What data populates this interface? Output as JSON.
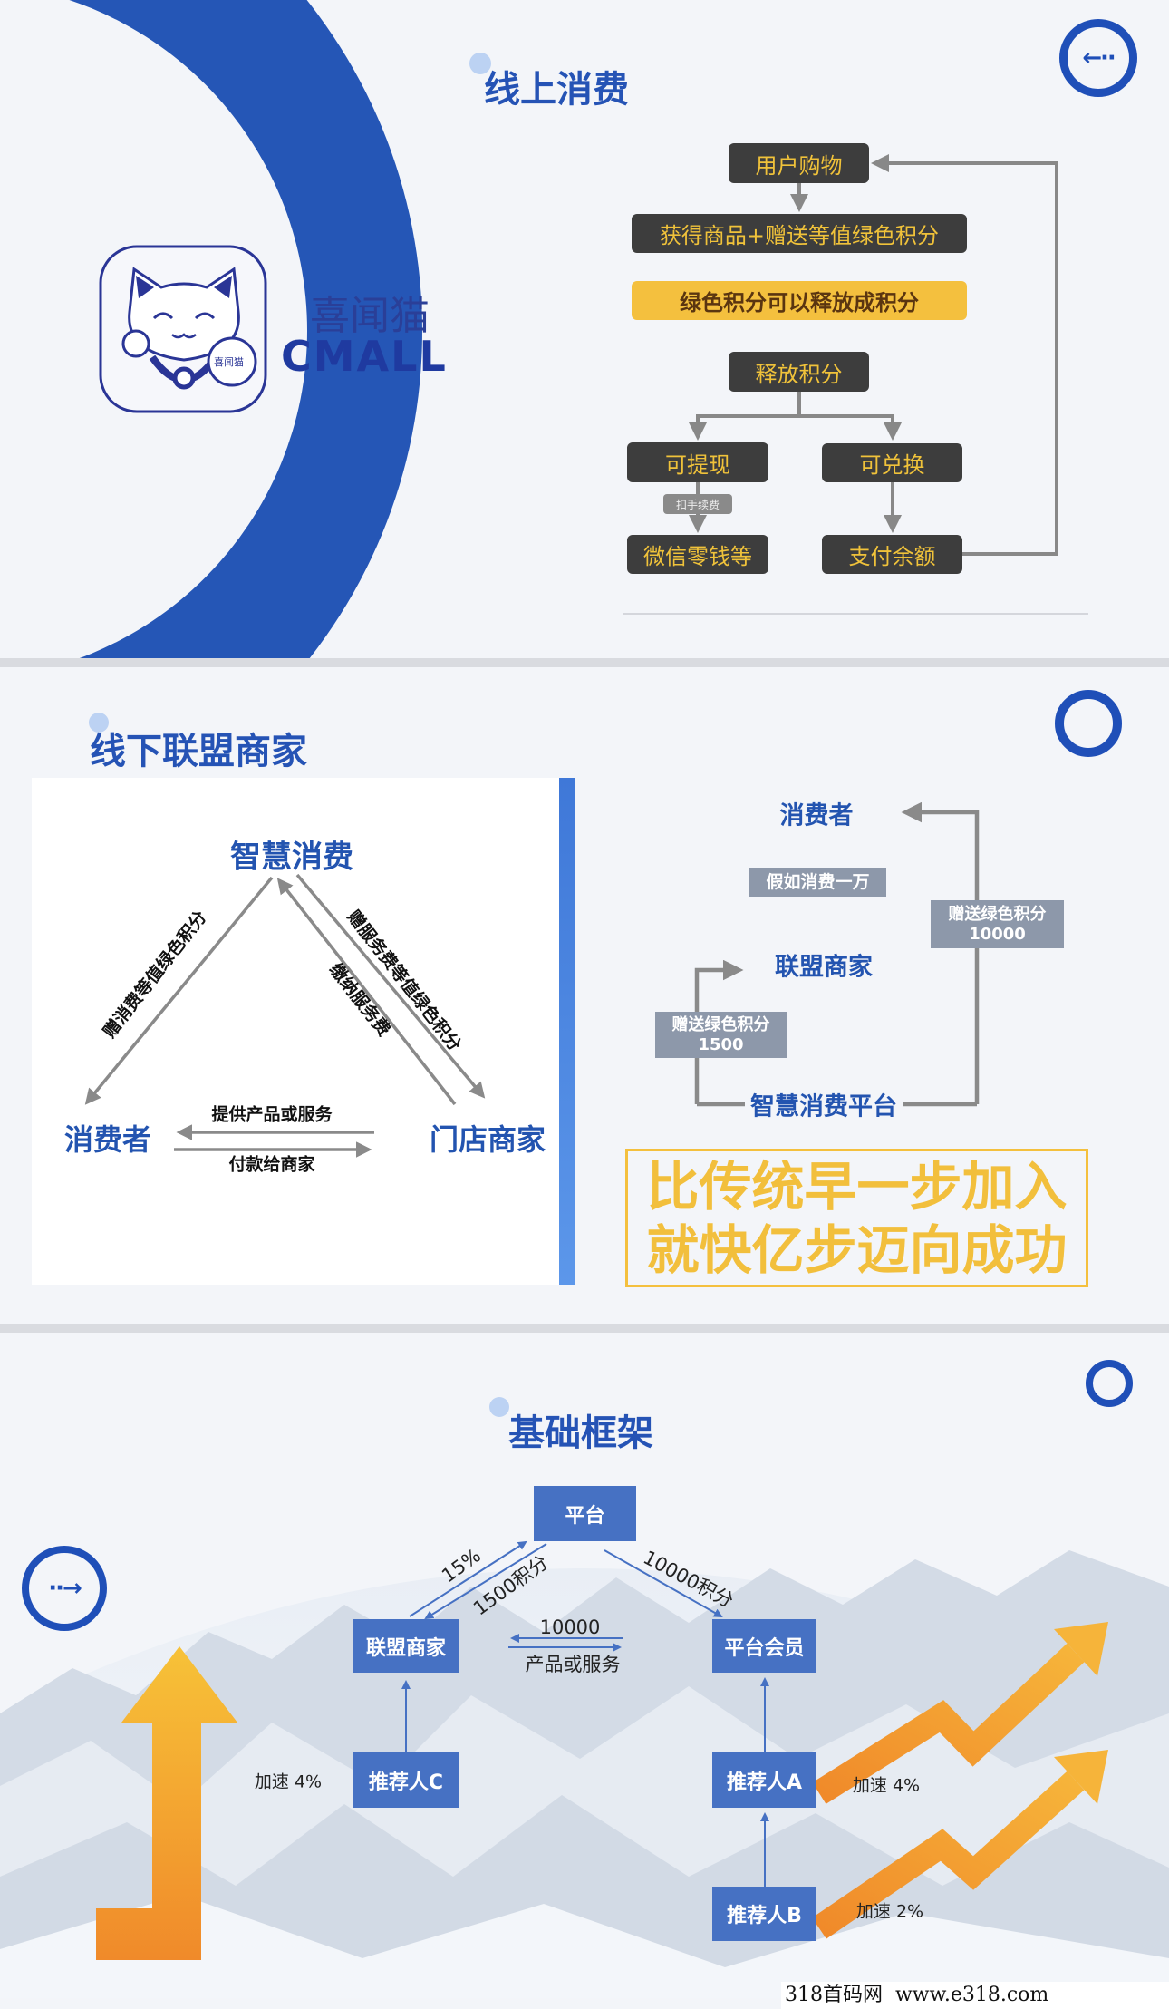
{
  "section1": {
    "title": "线上消费",
    "back_icon": "arrow-left-dotted-icon",
    "brand": {
      "name_cn": "喜闻猫",
      "name_en": "CMALL",
      "logo_badge_text": "喜闻猫"
    },
    "flow": {
      "step1": "用户购物",
      "step2": "获得商品+赠送等值绿色积分",
      "highlight": "绿色积分可以释放成积分",
      "step3": "释放积分",
      "branch_left": "可提现",
      "branch_right": "可兑换",
      "fee_note": "扣手续费",
      "left_result": "微信零钱等",
      "right_result": "支付余额"
    }
  },
  "section2": {
    "title": "线下联盟商家",
    "triangle": {
      "top": "智慧消费",
      "left": "消费者",
      "right": "门店商家",
      "left_edge_label": "赠消费等值绿色积分",
      "middle_edge_label": "缴纳服务费",
      "right_edge_label": "赠服务费等值绿色积分",
      "bottom_top_label": "提供产品或服务",
      "bottom_bottom_label": "付款给商家"
    },
    "loop": {
      "consumer": "消费者",
      "assume": "假如消费一万",
      "gift_big_label": "赠送绿色积分",
      "gift_big_value": "10000",
      "merchant": "联盟商家",
      "gift_small_label": "赠送绿色积分",
      "gift_small_value": "1500",
      "platform": "智慧消费平台"
    },
    "slogan": {
      "line1": "比传统早一步加入",
      "line2": "就快亿步迈向成功"
    }
  },
  "section3": {
    "title": "基础框架",
    "next_icon": "arrow-right-dotted-icon",
    "nodes": {
      "platform": "平台",
      "merchant": "联盟商家",
      "member": "平台会员",
      "ref_c": "推荐人C",
      "ref_a": "推荐人A",
      "ref_b": "推荐人B"
    },
    "labels": {
      "pct15": "15%",
      "pts1500": "1500积分",
      "pts10000": "10000积分",
      "amount": "10000",
      "goods": "产品或服务",
      "speed_c": "加速 4%",
      "speed_a": "加速 4%",
      "speed_b": "加速 2%"
    }
  },
  "watermark": "318首码网  www.e318.com",
  "colors": {
    "brand_blue": "#1f4fb8",
    "flow_box": "#3d3d3d",
    "flow_text": "#f0c23a",
    "highlight": "#f4c03e",
    "node_blue": "#4671c3",
    "tag_gray": "#8d98aa"
  }
}
